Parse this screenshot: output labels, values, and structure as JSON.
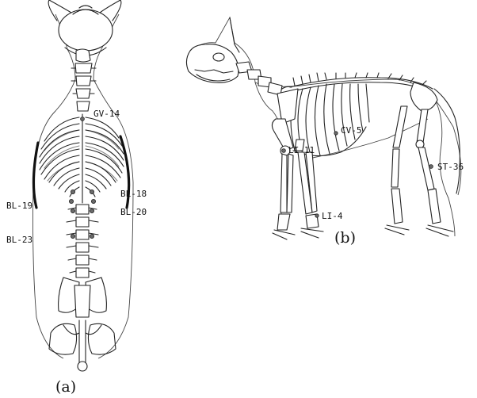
{
  "panels": [
    {
      "id": "a",
      "label": "(a)",
      "points": [
        {
          "name": "GV-14"
        },
        {
          "name": "BL-18"
        },
        {
          "name": "BL-19"
        },
        {
          "name": "BL-20"
        },
        {
          "name": "BL-23"
        }
      ]
    },
    {
      "id": "b",
      "label": "(b)",
      "points": [
        {
          "name": "CV-5"
        },
        {
          "name": "LI-11"
        },
        {
          "name": "LI-4"
        },
        {
          "name": "ST-36"
        }
      ]
    }
  ]
}
